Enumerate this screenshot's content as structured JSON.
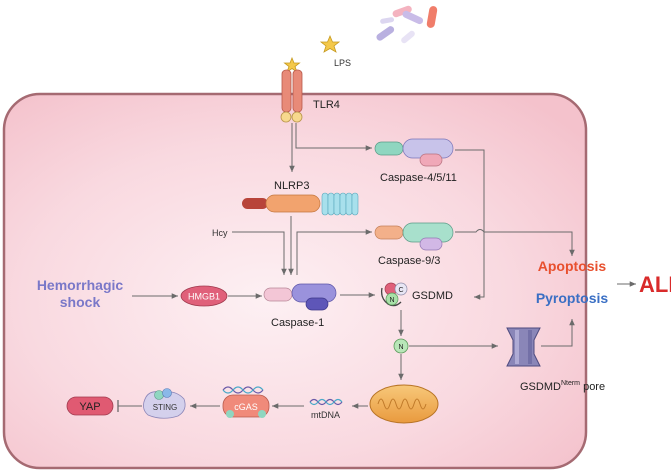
{
  "labels": {
    "lps": "LPS",
    "tlr4": "TLR4",
    "caspase_4_5_11": "Caspase-4/5/11",
    "nlrp3": "NLRP3",
    "hcy": "Hcy",
    "caspase_9_3": "Caspase-9/3",
    "hemorrhagic_line1": "Hemorrhagic",
    "hemorrhagic_line2": "shock",
    "hmgb1": "HMGB1",
    "caspase_1": "Caspase-1",
    "gsdmd": "GSDMD",
    "n_label": "N",
    "c_label": "C",
    "n_label_2": "N",
    "apoptosis": "Apoptosis",
    "pyroptosis": "Pyroptosis",
    "ali": "ALI",
    "pore_prefix": "GSDMD",
    "pore_super": "Nterm",
    "pore_suffix": " pore",
    "mtdna": "mtDNA",
    "cgas": "cGAS",
    "sting": "STING",
    "yap": "YAP"
  },
  "colors": {
    "cell_fill_center": "#fbe4ea",
    "cell_fill_edge": "#f6c9d2",
    "cell_border": "#9b5b63",
    "hemorrhagic": "#7a78c8",
    "apoptosis": "#e8502e",
    "pyroptosis": "#3a6fc4",
    "ali": "#d92b2b",
    "arrow": "#6b6b6b",
    "hmgb1": "#e0607a",
    "yap": "#e05a72",
    "tlr4": "#e88a78",
    "caspase_purple": "#8e86d6",
    "caspase_pink": "#f0a8b8",
    "caspase_green": "#8fd6c0",
    "caspase_orange": "#f3b08a",
    "nlrp3_orange": "#f2a36e",
    "nlrp3_red": "#b8443a",
    "nlrp3_cyan": "#8fd8e8",
    "mito": "#f2b05e"
  }
}
